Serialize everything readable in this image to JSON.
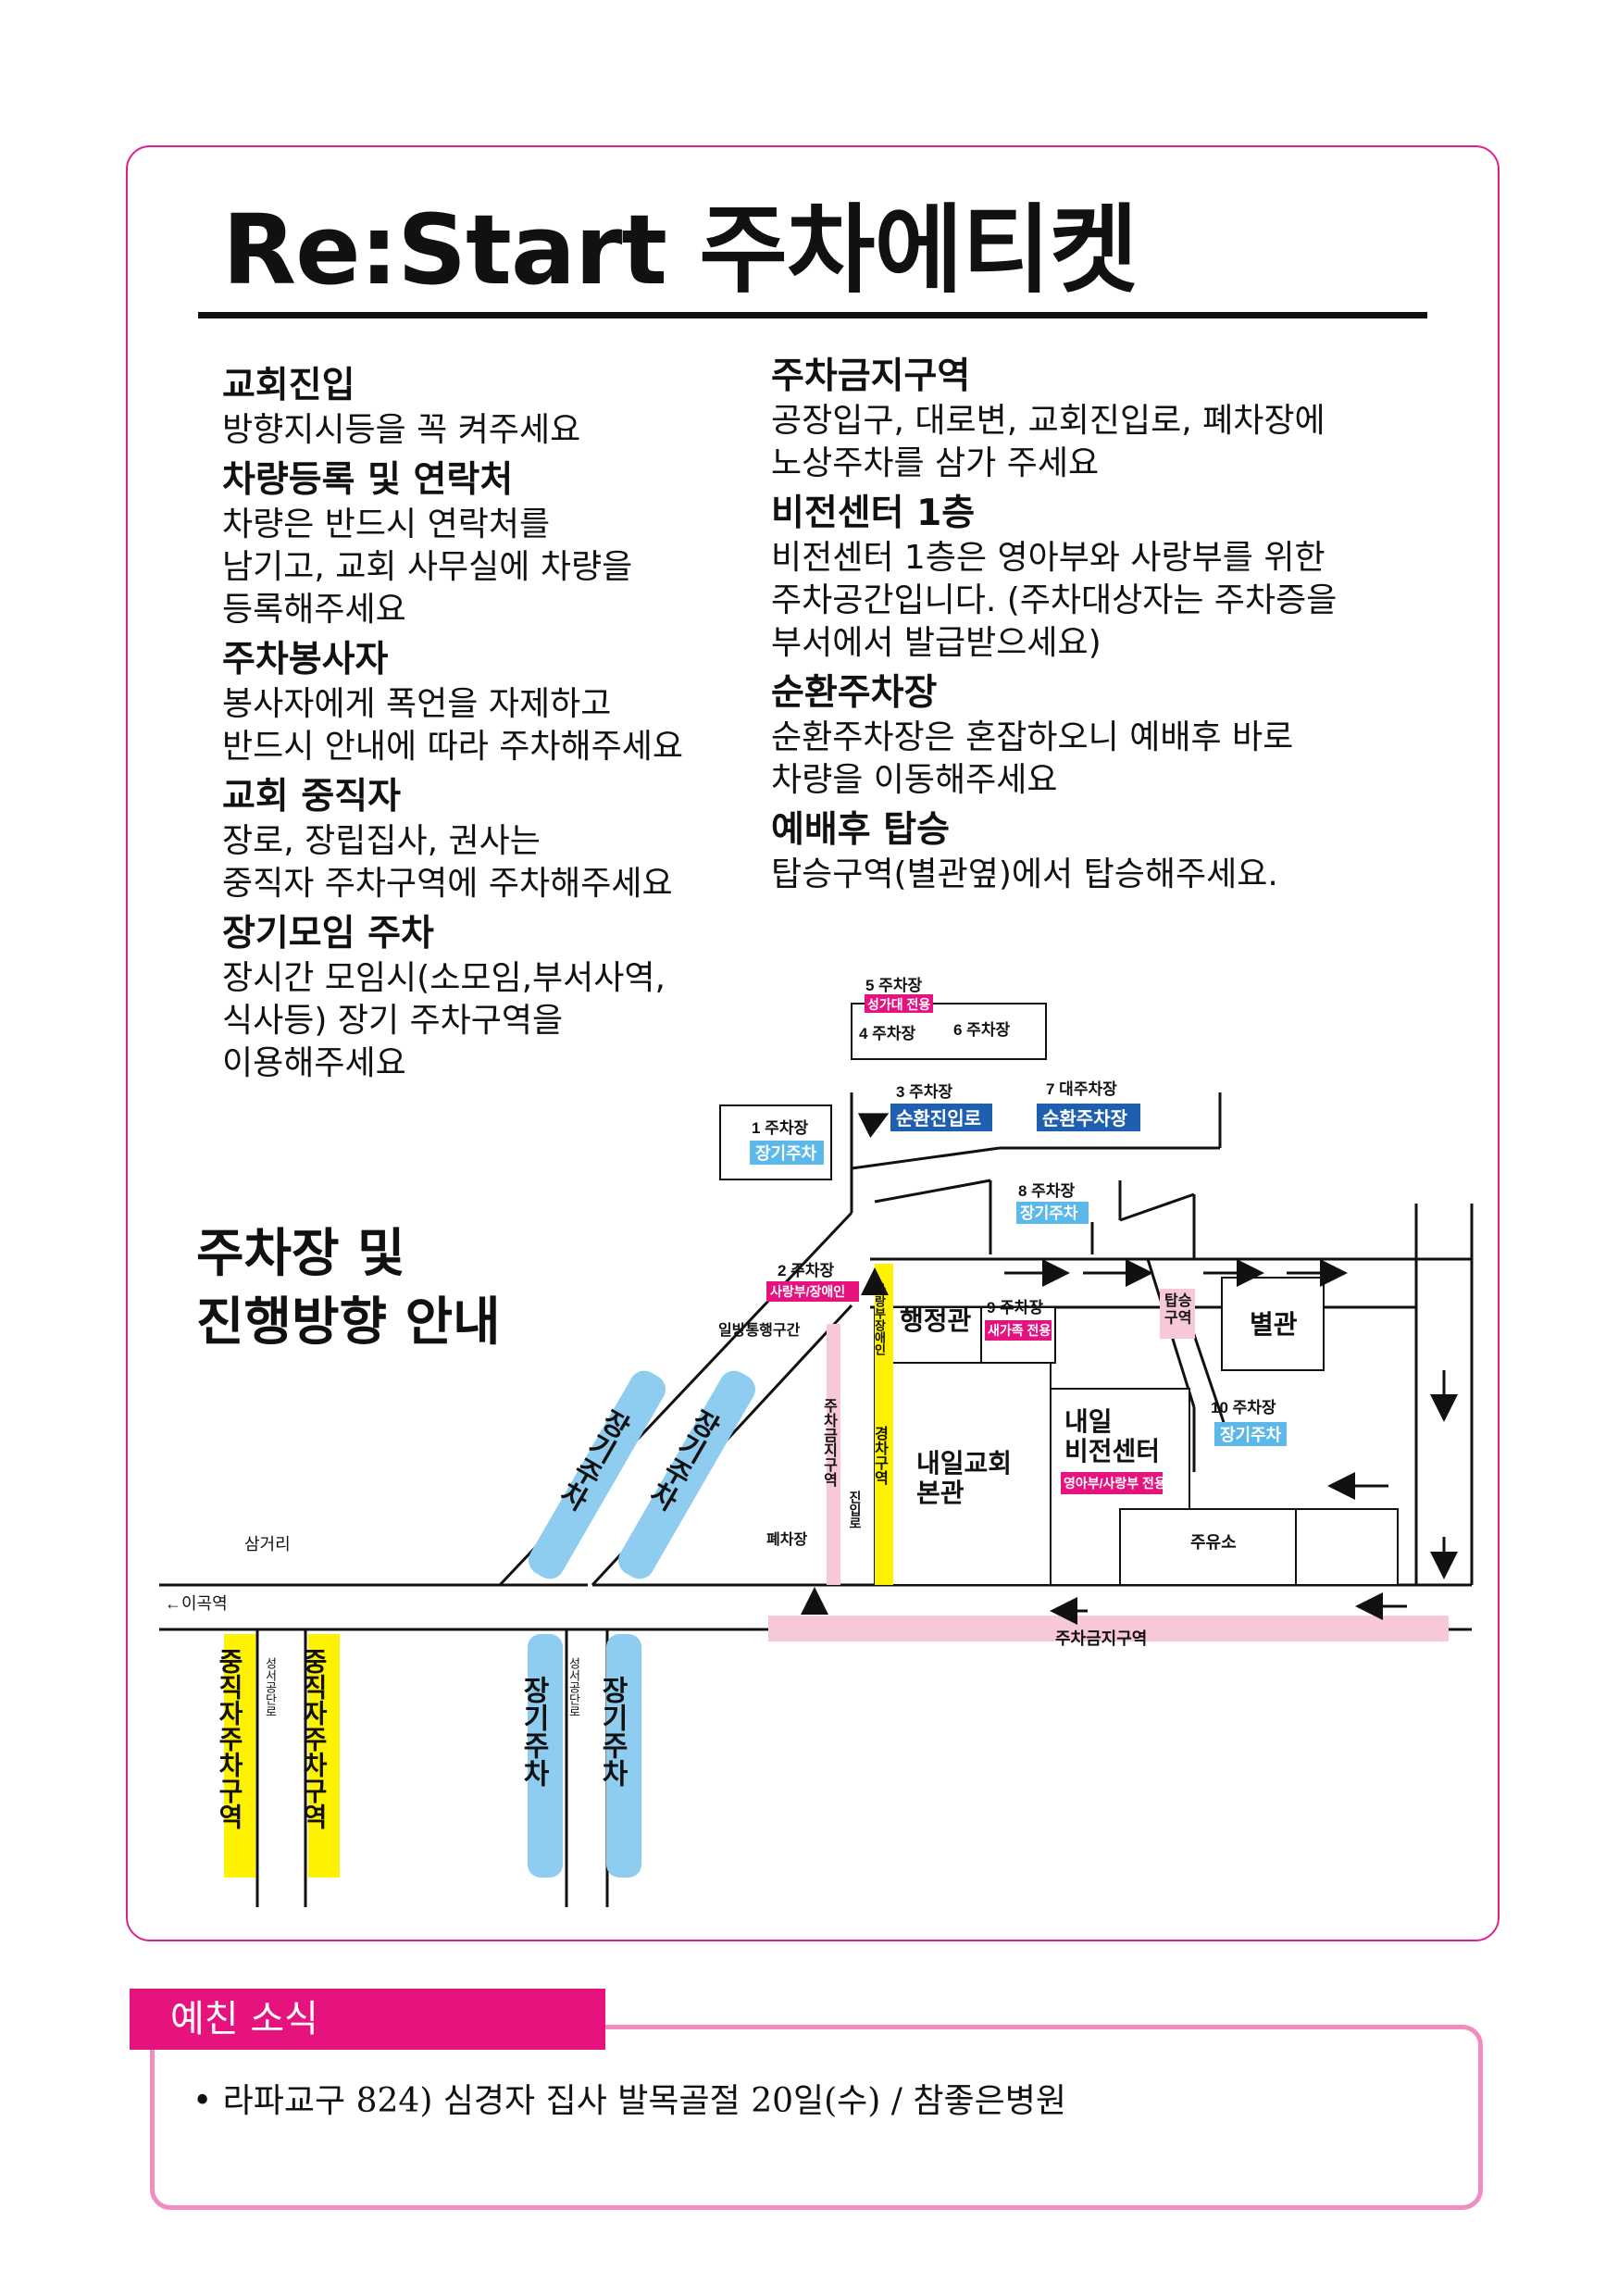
{
  "title": "Re:Start 주차에티켓",
  "left_sections": [
    {
      "heading": "교회진입",
      "body": "방향지시등을 꼭 켜주세요"
    },
    {
      "heading": "차량등록 및 연락처",
      "body": "차량은 반드시 연락처를\n남기고, 교회 사무실에 차량을\n등록해주세요"
    },
    {
      "heading": "주차봉사자",
      "body": "봉사자에게 폭언을 자제하고\n반드시 안내에 따라 주차해주세요"
    },
    {
      "heading": "교회 중직자",
      "body": "장로, 장립집사, 권사는\n중직자 주차구역에 주차해주세요"
    },
    {
      "heading": "장기모임 주차",
      "body": "장시간 모임시(소모임,부서사역,\n식사등) 장기 주차구역을\n이용해주세요"
    }
  ],
  "right_sections": [
    {
      "heading": "주차금지구역",
      "body": "공장입구, 대로변, 교회진입로, 폐차장에\n노상주차를 삼가 주세요"
    },
    {
      "heading": "비전센터 1층",
      "body": "비전센터 1층은 영아부와 사랑부를 위한\n주차공간입니다. (주차대상자는 주차증을\n부서에서 발급받으세요)"
    },
    {
      "heading": "순환주차장",
      "body": "순환주차장은 혼잡하오니 예배후 바로\n차량을 이동해주세요"
    },
    {
      "heading": "예배후 탑승",
      "body": "탑승구역(별관옆)에서 탑승해주세요."
    }
  ],
  "map": {
    "title": "주차장 및\n진행방향 안내",
    "lots": {
      "p5": "5 주차장",
      "p5_tag": "성가대 전용",
      "p4": "4 주차장",
      "p6": "6 주차장",
      "p3": "3 주차장",
      "p3_tag": "순환진입로",
      "p7": "7 대주차장",
      "p7_tag": "순환주차장",
      "p1": "1 주차장",
      "p1_tag": "장기주차",
      "p8": "8 주차장",
      "p8_tag": "장기주차",
      "p2": "2 주차장",
      "p2_tag": "사랑부/장애인",
      "p9": "9 주차장",
      "p9_tag": "새가족 전용",
      "p10": "10 주차장",
      "p10_tag": "장기주차"
    },
    "labels": {
      "one_way": "일방통행구간",
      "church_main": "내일교회\n본관",
      "admin": "행정관",
      "annex": "별관",
      "vision": "내일\n비전센터",
      "vision_tag": "영아부/사랑부 전용",
      "boarding": "탑승\n구역",
      "gas": "주유소",
      "scrap": "폐차장",
      "junction": "삼거리",
      "station": "←이곡역",
      "no_parking_bottom": "주차금지구역",
      "no_parking_vertical": "주차금지구역",
      "light_vehicle": "경차구역",
      "disabled_vertical": "사랑부장애인",
      "entry_road": "진입로",
      "long_term_a": "장기주차",
      "long_term_b": "장기주차",
      "long_term_c": "장기주차",
      "long_term_d": "장기주차",
      "elder_a": "중직자주차구역",
      "elder_b": "중직자주차구역",
      "road_a": "성서공단로",
      "road_b": "성서공단로"
    },
    "colors": {
      "pink": "#e6137f",
      "blue": "#1f5fb0",
      "cyan": "#5bb8e8",
      "yellow": "#fff200",
      "light_pink": "#f6c8d8",
      "light_blue": "#8fcdf0"
    }
  },
  "news": {
    "tab": "예친 소식",
    "item": "• 라파교구 824) 심경자 집사 발목골절 20일(수) / 참좋은병원"
  }
}
